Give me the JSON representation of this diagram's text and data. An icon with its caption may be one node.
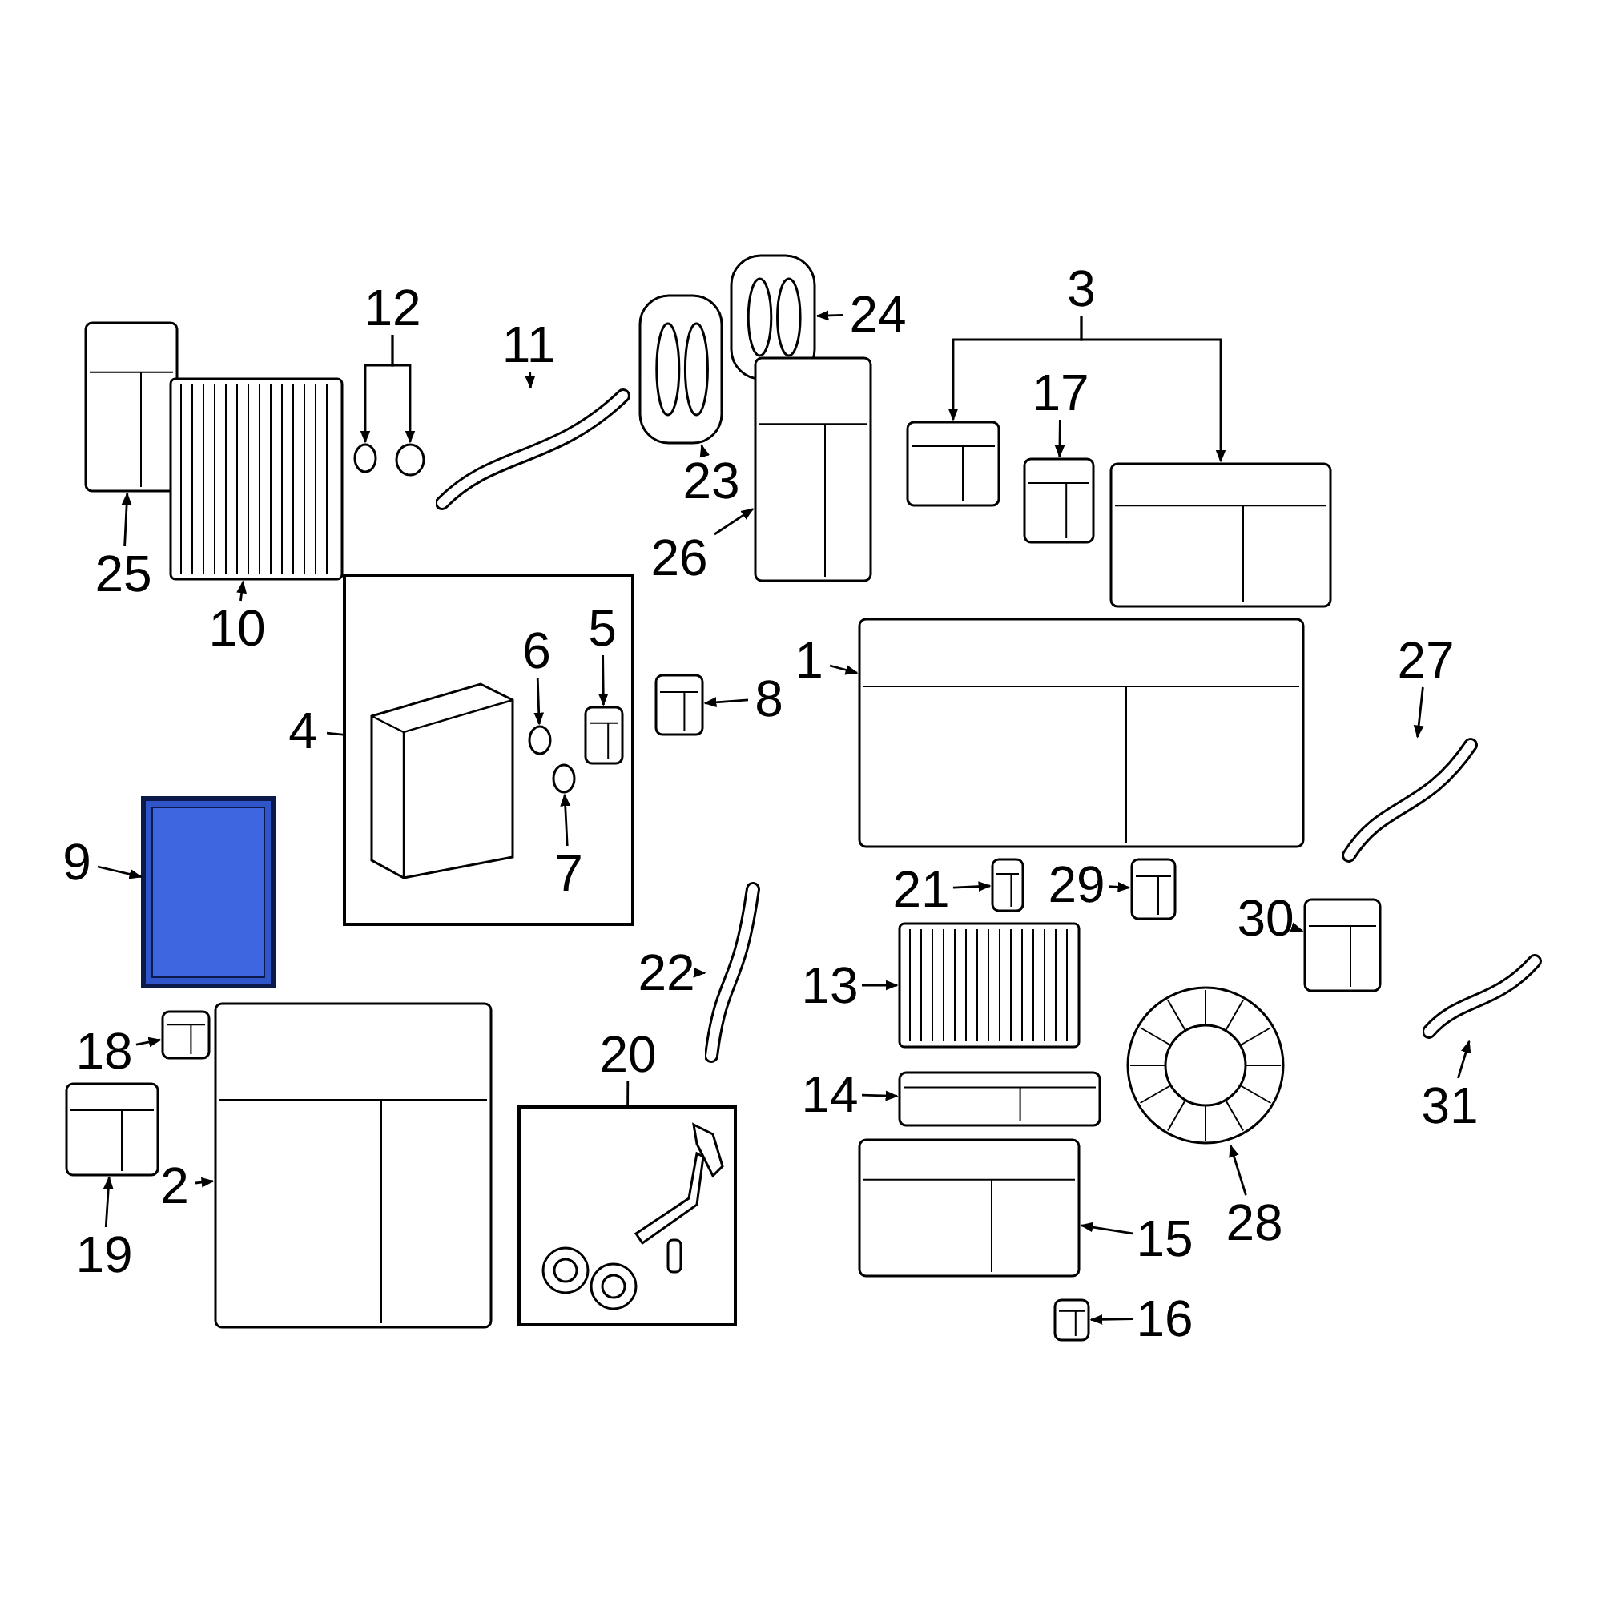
{
  "diagram": {
    "nodes": [
      {
        "text": [
          "3"
        ]
      },
      {
        "text": [],
        "shape": "picture"
      },
      {
        "text": [],
        "shape": "picture"
      },
      {
        "text": [
          "12"
        ]
      },
      {
        "text": [],
        "shape": "circle"
      },
      {
        "text": [],
        "shape": "circle"
      },
      {
        "text": [
          "11"
        ]
      },
      {
        "text": [],
        "shape": "picture"
      },
      {
        "text": [
          "24"
        ]
      },
      {
        "text": [],
        "shape": "picture"
      },
      {
        "text": [
          "17"
        ]
      },
      {
        "text": [],
        "shape": "picture"
      },
      {
        "text": [
          "23"
        ]
      },
      {
        "text": [],
        "shape": "picture"
      },
      {
        "text": [
          "25"
        ]
      },
      {
        "text": [],
        "shape": "picture"
      },
      {
        "text": [
          "10"
        ]
      },
      {
        "text": [],
        "shape": "picture"
      },
      {
        "text": [
          "26"
        ]
      },
      {
        "text": [],
        "shape": "picture"
      },
      {
        "text": [
          "1"
        ]
      },
      {
        "text": [],
        "shape": "picture"
      },
      {
        "text": [
          "4"
        ]
      },
      {
        "text": [],
        "shape": "box"
      },
      {
        "text": [
          "5"
        ],
        "in": 23
      },
      {
        "text": [],
        "shape": "picture",
        "in": 23
      },
      {
        "text": [
          "6"
        ],
        "in": 23
      },
      {
        "text": [],
        "shape": "circle",
        "in": 23
      },
      {
        "text": [
          "7"
        ],
        "in": 23
      },
      {
        "text": [],
        "shape": "circle",
        "in": 23
      },
      {
        "text": [
          "8"
        ]
      },
      {
        "text": [],
        "shape": "picture"
      },
      {
        "text": [
          "27"
        ]
      },
      {
        "text": [],
        "shape": "picture"
      },
      {
        "text": [
          "9"
        ]
      },
      {
        "text": [],
        "shape": "picture"
      },
      {
        "text": [
          "21"
        ]
      },
      {
        "text": [],
        "shape": "picture"
      },
      {
        "text": [
          "29"
        ]
      },
      {
        "text": [],
        "shape": "picture"
      },
      {
        "text": [
          "30"
        ]
      },
      {
        "text": [],
        "shape": "picture"
      },
      {
        "text": [
          "13"
        ]
      },
      {
        "text": [],
        "shape": "picture"
      },
      {
        "text": [
          "22"
        ]
      },
      {
        "text": [],
        "shape": "picture"
      },
      {
        "text": [
          "18"
        ]
      },
      {
        "text": [],
        "shape": "picture"
      },
      {
        "text": [
          "20"
        ]
      },
      {
        "text": [],
        "shape": "box"
      },
      {
        "text": [
          "14"
        ]
      },
      {
        "text": [],
        "shape": "picture"
      },
      {
        "text": [
          "31"
        ]
      },
      {
        "text": [],
        "shape": "picture"
      },
      {
        "text": [
          "2"
        ]
      },
      {
        "text": [],
        "shape": "picture"
      },
      {
        "text": [
          "28"
        ]
      },
      {
        "text": [],
        "shape": "picture"
      },
      {
        "text": [
          "15"
        ]
      },
      {
        "text": [],
        "shape": "picture"
      },
      {
        "text": [
          "19"
        ]
      },
      {
        "text": [],
        "shape": "picture"
      },
      {
        "text": [
          "16"
        ]
      },
      {
        "text": [],
        "shape": "picture"
      }
    ],
    "edges": [
      {
        "from": 0,
        "to": 1,
        "arrow": "to"
      },
      {
        "from": 0,
        "to": 2,
        "arrow": "to"
      },
      {
        "from": 3,
        "to": 4,
        "arrow": "to"
      },
      {
        "from": 3,
        "to": 5,
        "arrow": "to"
      },
      {
        "from": 6,
        "to": 7,
        "arrow": "to"
      },
      {
        "from": 8,
        "to": 9,
        "arrow": "to"
      },
      {
        "from": 10,
        "to": 11,
        "arrow": "to"
      },
      {
        "from": 12,
        "to": 13,
        "arrow": "to"
      },
      {
        "from": 14,
        "to": 15,
        "arrow": "to"
      },
      {
        "from": 16,
        "to": 17,
        "arrow": "to"
      },
      {
        "from": 18,
        "to": 19,
        "arrow": "to"
      },
      {
        "from": 20,
        "to": 21,
        "arrow": "to"
      },
      {
        "from": 22,
        "to": 23,
        "arrow": "none"
      },
      {
        "from": 24,
        "to": 25,
        "arrow": "to"
      },
      {
        "from": 26,
        "to": 27,
        "arrow": "to"
      },
      {
        "from": 28,
        "to": 29,
        "arrow": "to"
      },
      {
        "from": 30,
        "to": 31,
        "arrow": "to"
      },
      {
        "from": 32,
        "to": 33,
        "arrow": "to"
      },
      {
        "from": 34,
        "to": 35,
        "arrow": "to"
      },
      {
        "from": 36,
        "to": 37,
        "arrow": "to"
      },
      {
        "from": 38,
        "to": 39,
        "arrow": "to"
      },
      {
        "from": 40,
        "to": 41,
        "arrow": "to"
      },
      {
        "from": 42,
        "to": 43,
        "arrow": "to"
      },
      {
        "from": 44,
        "to": 45,
        "arrow": "to"
      },
      {
        "from": 46,
        "to": 47,
        "arrow": "to"
      },
      {
        "from": 48,
        "to": 49,
        "arrow": "none"
      },
      {
        "from": 50,
        "to": 51,
        "arrow": "to"
      },
      {
        "from": 52,
        "to": 53,
        "arrow": "to"
      },
      {
        "from": 54,
        "to": 55,
        "arrow": "to"
      },
      {
        "from": 56,
        "to": 57,
        "arrow": "to"
      },
      {
        "from": 58,
        "to": 59,
        "arrow": "to"
      },
      {
        "from": 60,
        "to": 61,
        "arrow": "to"
      },
      {
        "from": 62,
        "to": 63,
        "arrow": "to"
      }
    ]
  }
}
